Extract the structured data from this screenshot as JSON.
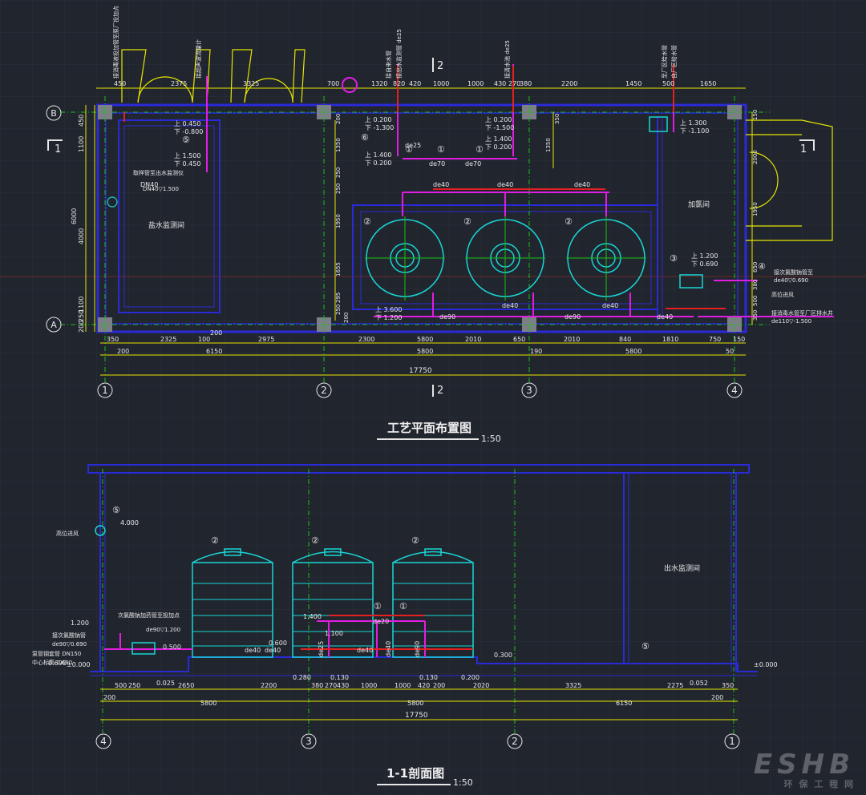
{
  "plan": {
    "title": "工艺平面布置图",
    "scale": "1:50",
    "grid_axes": [
      "1",
      "2",
      "3",
      "4"
    ],
    "row_axes": [
      "B",
      "A"
    ],
    "section_marks": [
      "1",
      "1",
      "2",
      "2"
    ],
    "top_dims": [
      "450",
      "2375",
      "3325",
      "700",
      "1320",
      "820",
      "420",
      "1000",
      "1000",
      "430",
      "270",
      "380",
      "2200",
      "1450",
      "500",
      "1650"
    ],
    "bottom_dims_1": [
      "350",
      "2325",
      "100",
      "2975",
      "2300",
      "5800",
      "2010",
      "650",
      "2010",
      "840",
      "1810",
      "750",
      "150"
    ],
    "bottom_dims_2": [
      "200",
      "6150",
      "200",
      "5800",
      "190",
      "5800",
      "50"
    ],
    "total_dim": "17750",
    "left_dims": [
      "450",
      "1100",
      "6000",
      "4000",
      "250",
      "1100",
      "200"
    ],
    "inner_dims": [
      "200",
      "1350",
      "250",
      "250",
      "1950",
      "1655",
      "295",
      "250",
      "200",
      "350",
      "1350",
      "150",
      "2000",
      "1950",
      "650",
      "380",
      "500",
      "350"
    ],
    "pipe_labels": [
      "de70",
      "de70",
      "de40",
      "de40",
      "de40",
      "de90",
      "de40",
      "de40",
      "de90",
      "de40",
      "DN40",
      "de25"
    ],
    "levels": [
      {
        "u": "上 0.450",
        "d": "下 -0.800"
      },
      {
        "u": "上 1.500",
        "d": "下 0.450"
      },
      {
        "u": "上 0.200",
        "d": "下 -1.300"
      },
      {
        "u": "上 1.400",
        "d": "下 0.200"
      },
      {
        "u": "上 0.200",
        "d": "下 -1.500"
      },
      {
        "u": "上 1.400",
        "d": "下 0.200"
      },
      {
        "u": "上 1.300",
        "d": "下 -1.100"
      },
      {
        "u": "上 1.200",
        "d": "下 0.690"
      },
      {
        "u": "上 3.600",
        "d": "下 1.200"
      }
    ],
    "callouts": [
      "①",
      "①",
      "①",
      "②",
      "②",
      "②",
      "③",
      "④",
      "⑤",
      "⑥"
    ],
    "room_labels": [
      "盐水监测间",
      "加氯间"
    ],
    "notes": [
      "接消毒液投加管至原厂投加点",
      "接超声波流量计",
      "接自来水管",
      "接出水监测管 de25",
      "接清水池 de25",
      "至厂区给水管",
      "自厂区给水管",
      "取样管至出水监测仪",
      "DN40▽1.500",
      "接次氯酸钠管至",
      "de40▽0.690",
      "高位进风",
      "接消毒水管至厂区排水井",
      "de110▽-1.500"
    ]
  },
  "section": {
    "title": "1-1剖面图",
    "scale": "1:50",
    "grid_axes": [
      "4",
      "3",
      "2",
      "1"
    ],
    "callouts": [
      "②",
      "②",
      "②",
      "①",
      "①",
      "⑤",
      "⑤"
    ],
    "levels": [
      "4.000",
      "1.200",
      "0.500",
      "0.600",
      "0.300",
      "±0.000",
      "±0.000",
      "0.025",
      "0.280",
      "0.130",
      "0.200",
      "0.130",
      "0.052",
      "1.400",
      "1.100",
      "0.690"
    ],
    "pipe_labels": [
      "de40",
      "de40",
      "de20",
      "de25",
      "de40",
      "de90",
      "de40"
    ],
    "notes": [
      "高位进风",
      "次氯酸钠加药管至投加点",
      "de90▽1.200",
      "接次氯酸钠管",
      "de90▽0.690",
      "泵管钢套管 DN150",
      "中心标高 0.690"
    ],
    "room_label": "出水监测间",
    "dims_1": [
      "500",
      "250",
      "2650",
      "2200",
      "380",
      "270",
      "430",
      "1000",
      "1000",
      "420",
      "200",
      "2020",
      "3325",
      "2275",
      "350"
    ],
    "dims_2": [
      "200",
      "5800",
      "5800",
      "6150",
      "200"
    ],
    "total_dim": "17750"
  },
  "watermark": {
    "big": "ESHB",
    "small": "环 保 工 程 网"
  },
  "colors": {
    "bg": "#21252e",
    "wall": "#2a2ad8",
    "dim": "#e6e600",
    "axis": "#16c316",
    "tank": "#19d6d6",
    "pipe": "#e21de2",
    "red": "#e42020"
  }
}
